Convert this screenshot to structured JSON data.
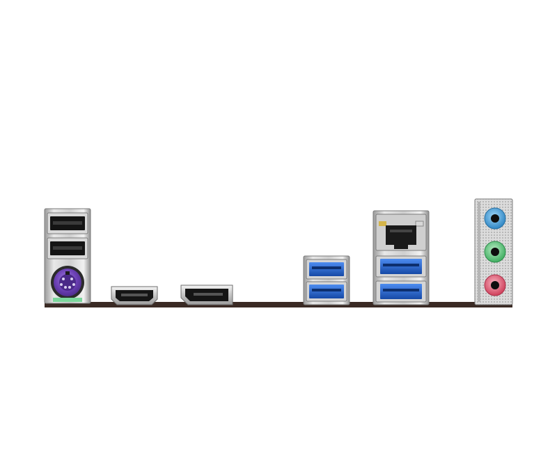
{
  "colors": {
    "background": "#ffffff",
    "pcb_edge": "#3a2a24",
    "metal_light": "#e6e6e6",
    "metal_mid": "#bfbfbf",
    "metal_dark": "#8a8a8a",
    "usb2_port": "#141414",
    "usb3_port": "#1e5fc9",
    "ps2_port": "#7b4fbf",
    "audio_line_in": "#3d9bd6",
    "audio_line_out": "#59c276",
    "audio_mic": "#e0576f"
  },
  "ports": [
    {
      "kind": "usb2-stack",
      "count": 2,
      "icon": "usb2-port-icon"
    },
    {
      "kind": "ps2-combo",
      "icon": "ps2-port-icon"
    },
    {
      "kind": "hdmi",
      "icon": "hdmi-port-icon"
    },
    {
      "kind": "displayport",
      "icon": "displayport-icon"
    },
    {
      "kind": "usb3-stack",
      "count": 2,
      "icon": "usb3-port-icon"
    },
    {
      "kind": "rj45-with-usb3",
      "usb_count": 2,
      "icon": "ethernet-port-icon"
    },
    {
      "kind": "audio-jacks",
      "count": 3,
      "icon": "audio-jack-icon"
    }
  ]
}
